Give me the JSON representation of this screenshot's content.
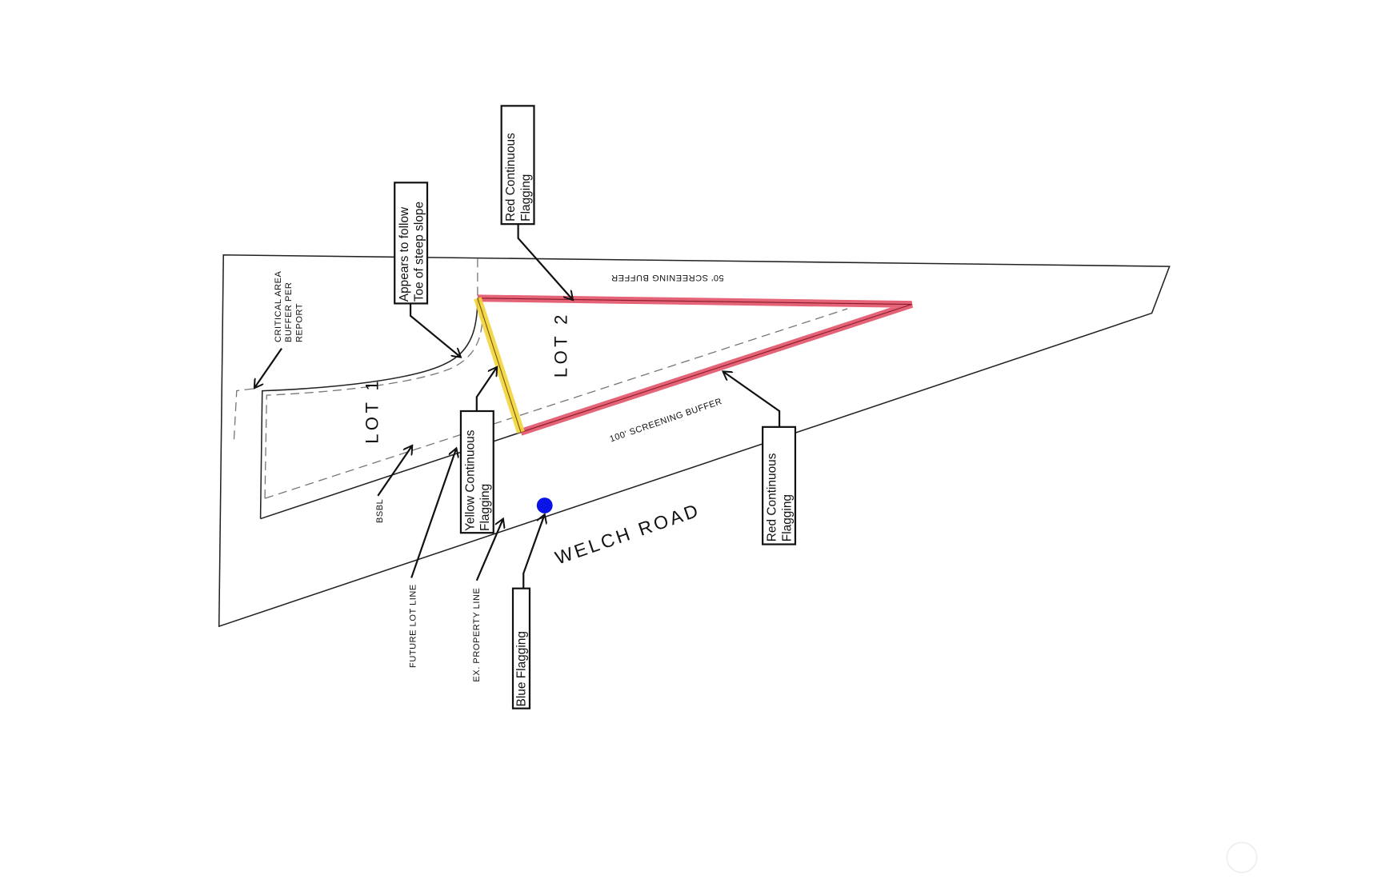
{
  "plan": {
    "lots": [
      "LOT 1",
      "LOT 2"
    ],
    "road": "WELCH ROAD",
    "buffers": {
      "top": "50' SCREENING BUFFER",
      "bottom": "100' SCREENING BUFFER"
    },
    "labels": {
      "critical_area": [
        "CRITICAL AREA",
        "BUFFER PER",
        "REPORT"
      ],
      "bsbl": "BSBL",
      "future_lot_line": "FUTURE LOT LINE",
      "ex_property_line": "EX. PROPERTY LINE"
    }
  },
  "callouts": {
    "toe_slope": [
      "Appears to follow",
      "Toe of steep slope"
    ],
    "red_top": [
      "Red Continuous",
      "Flagging"
    ],
    "red_bottom": [
      "Red Continuous",
      "Flagging"
    ],
    "yellow": [
      "Yellow Continuous",
      "Flagging"
    ],
    "blue": [
      "Blue Flagging"
    ]
  },
  "colors": {
    "red_flagging": "#e0485e",
    "yellow_flagging": "#f2d33a",
    "blue_flagging": "#0a14e6"
  }
}
